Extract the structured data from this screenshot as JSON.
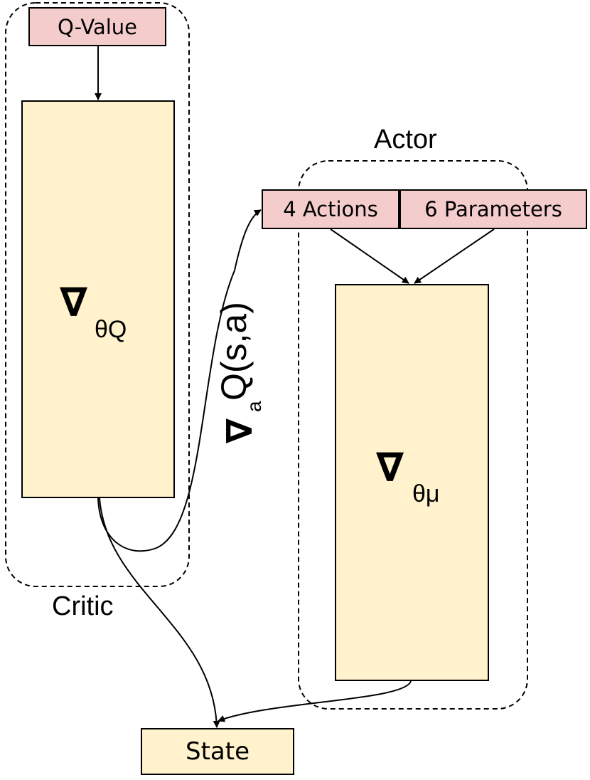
{
  "colors": {
    "output_fill": "#f4cccc",
    "network_fill": "#fff2cc",
    "stroke": "#000000"
  },
  "critic": {
    "group_label": "Critic",
    "output_label": "Q-Value",
    "gradient_symbol": "∇",
    "gradient_subscript": "θQ"
  },
  "actor": {
    "group_label": "Actor",
    "actions_label": "4 Actions",
    "parameters_label": "6 Parameters",
    "gradient_symbol": "∇",
    "gradient_subscript": "θμ"
  },
  "state": {
    "label": "State"
  },
  "action_gradient": {
    "symbol": "∇",
    "subscript": "a",
    "expression": "Q(s,a)"
  }
}
